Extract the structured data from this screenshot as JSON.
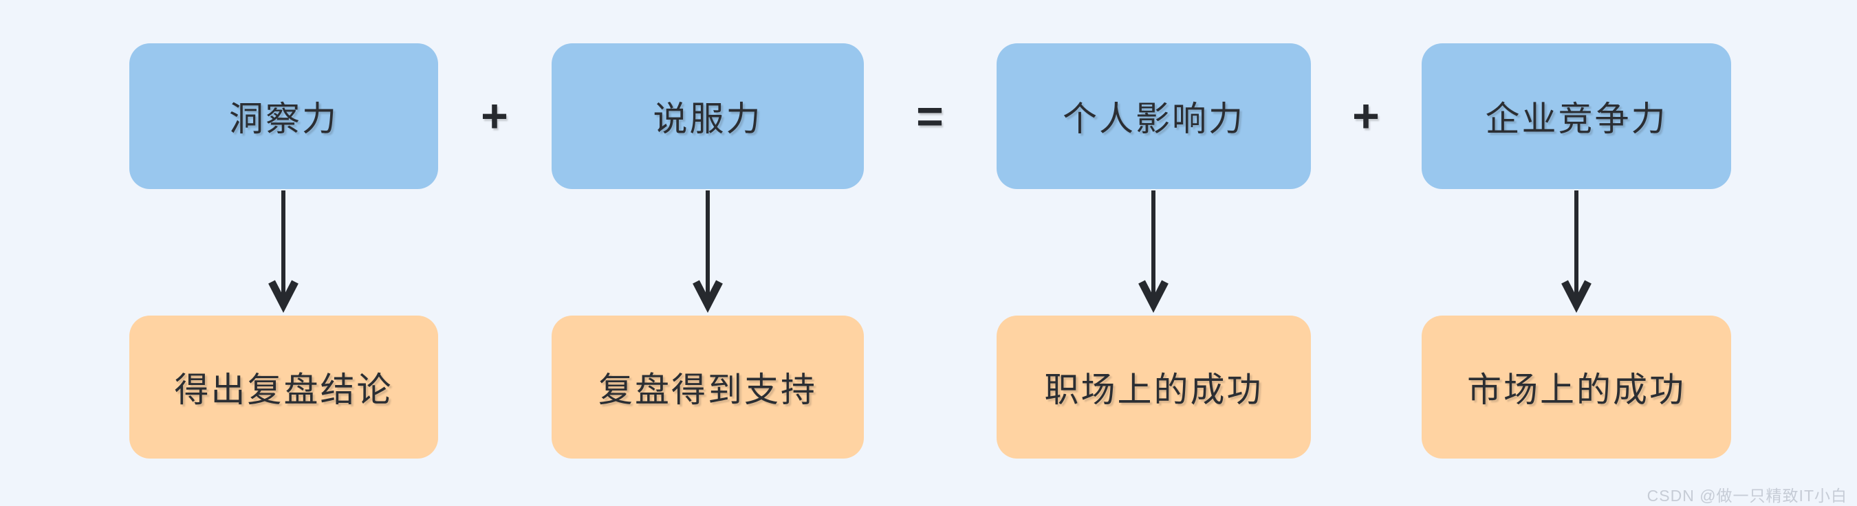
{
  "colors": {
    "background": "#F0F5FC",
    "node-top": "#99C7EE",
    "node-bottom": "#FFD3A2",
    "stroke": "#26292E",
    "text": "#2B2E33",
    "watermark": "#C6CCD6"
  },
  "columns": [
    {
      "top": "洞察力",
      "bottom": "得出复盘结论"
    },
    {
      "top": "说服力",
      "bottom": "复盘得到支持"
    },
    {
      "top": "个人影响力",
      "bottom": "职场上的成功"
    },
    {
      "top": "企业竞争力",
      "bottom": "市场上的成功"
    }
  ],
  "operators": [
    "+",
    "=",
    "+"
  ],
  "watermark": "CSDN @做一只精致IT小白"
}
